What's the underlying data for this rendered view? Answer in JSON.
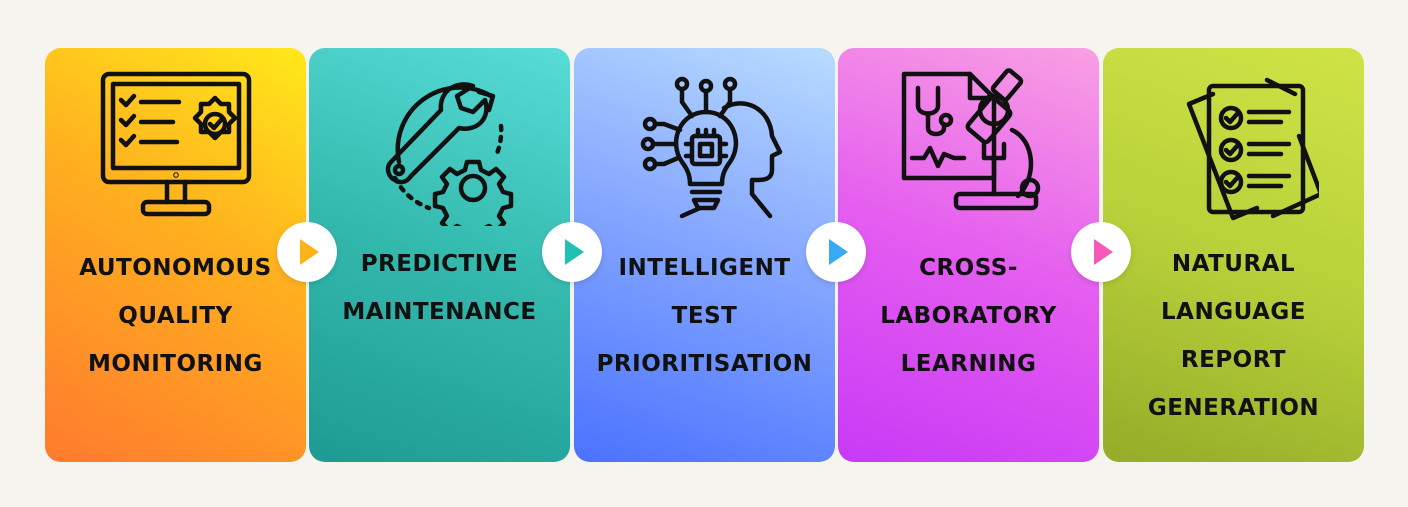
{
  "steps": [
    {
      "lines": [
        "AUTONOMOUS",
        "QUALITY",
        "MONITORING"
      ],
      "icon": "monitor-checklist-badge-icon"
    },
    {
      "lines": [
        "PREDICTIVE",
        "MAINTENANCE"
      ],
      "icon": "wrench-gear-cycle-icon"
    },
    {
      "lines": [
        "INTELLIGENT",
        "TEST",
        "PRIORITISATION"
      ],
      "icon": "ai-lightbulb-head-icon"
    },
    {
      "lines": [
        "CROSS-",
        "LABORATORY",
        "LEARNING"
      ],
      "icon": "lab-report-microscope-icon"
    },
    {
      "lines": [
        "NATURAL",
        "LANGUAGE",
        "REPORT",
        "GENERATION"
      ],
      "icon": "checklist-documents-icon"
    }
  ],
  "connector_colors": [
    "#ffb31a",
    "#22c0b3",
    "#39a8f5",
    "#f55ab8"
  ]
}
